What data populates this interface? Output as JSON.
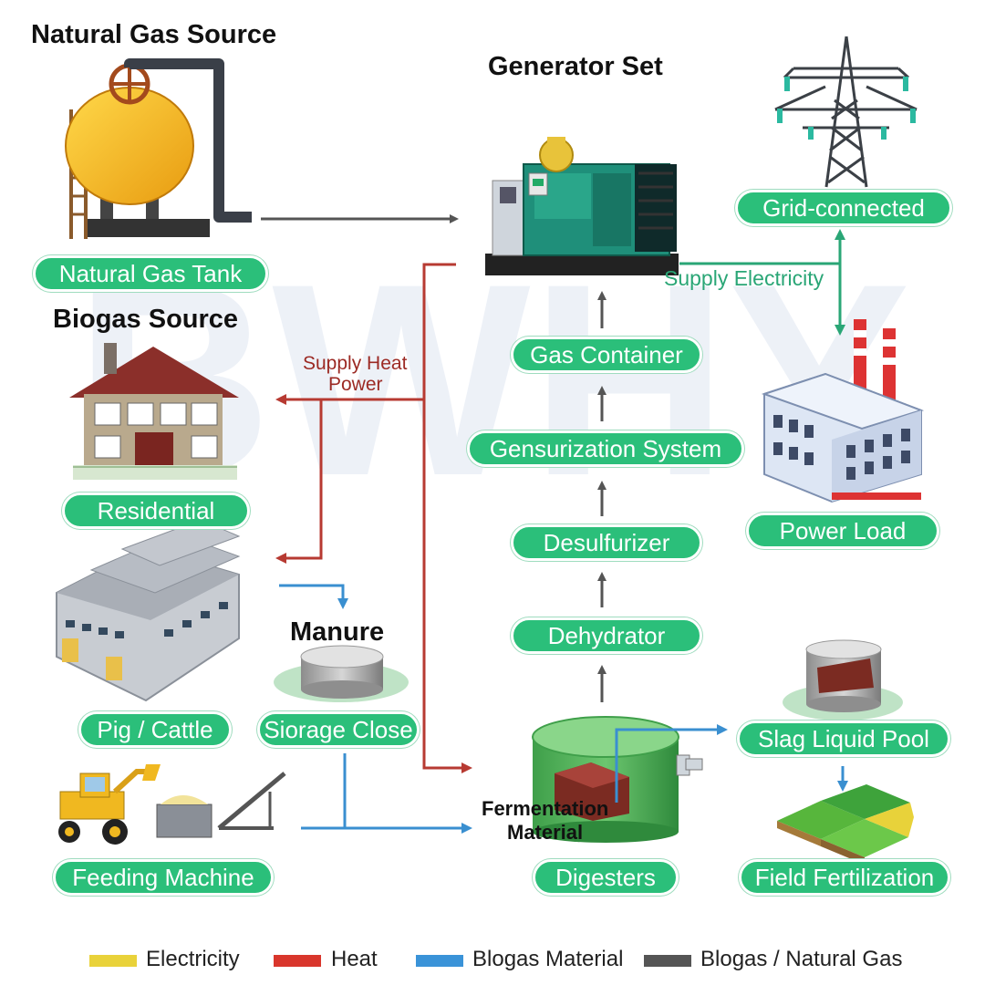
{
  "headings": {
    "natural_gas_source": "Natural Gas Source",
    "generator_set": "Generator Set",
    "biogas_source": "Biogas Source",
    "manure": "Manure"
  },
  "pills": {
    "natural_gas_tank": "Natural Gas Tank",
    "grid_connected": "Grid-connected",
    "gas_container": "Gas Container",
    "pressurization_system": "Gensurization System",
    "residential": "Residential",
    "power_load": "Power Load",
    "desulfurizer": "Desulfurizer",
    "dehydrator": "Dehydrator",
    "pig_cattle": "Pig / Cattle",
    "storage_close": "Siorage Close",
    "slag_liquid_pool": "Slag Liquid Pool",
    "feeding_machine": "Feeding Machine",
    "digesters": "Digesters",
    "field_fertilization": "Field Fertilization"
  },
  "labels": {
    "supply_electricity": "Supply Electricity",
    "supply_heat_line1": "Supply Heat",
    "supply_heat_line2": "Power",
    "fermentation_line1": "Fermentation",
    "fermentation_line2": "Material"
  },
  "watermark": "BWHY",
  "legend": [
    {
      "label": "Electricity",
      "color": "#e9d23a"
    },
    {
      "label": "Heat",
      "color": "#d9362c"
    },
    {
      "label": "Blogas Material",
      "color": "#3a93d8"
    },
    {
      "label": "Blogas / Natural Gas",
      "color": "#555555"
    }
  ],
  "colors": {
    "pill_green": "#2bbf7a",
    "heat_red": "#b73a32",
    "electric_green": "#2aa676",
    "material_blue": "#3a8fd0",
    "gas_gray": "#555555"
  }
}
